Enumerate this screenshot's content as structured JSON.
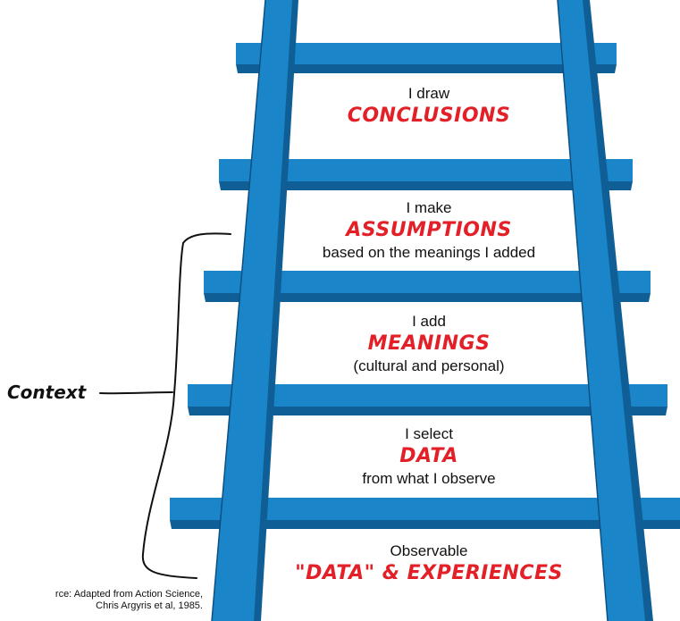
{
  "colors": {
    "rail": "#1a86c9",
    "rail_dark": "#0f5f96",
    "keyword": "#e32027",
    "text": "#111111"
  },
  "steps": [
    {
      "top_line": "I draw",
      "keyword": "CONCLUSIONS",
      "bottom_line": ""
    },
    {
      "top_line": "I make",
      "keyword": "ASSUMPTIONS",
      "bottom_line": "based on the meanings I added"
    },
    {
      "top_line": "I add",
      "keyword": "MEANINGS",
      "bottom_line": "(cultural and personal)"
    },
    {
      "top_line": "I select",
      "keyword": "DATA",
      "bottom_line": "from what I observe"
    },
    {
      "top_line": "Observable",
      "keyword": "\"DATA\" & EXPERIENCES",
      "bottom_line": ""
    }
  ],
  "context_label": "Context",
  "source": {
    "line1": "rce: Adapted from Action Science,",
    "line2": "Chris Argyris et al, 1985."
  }
}
